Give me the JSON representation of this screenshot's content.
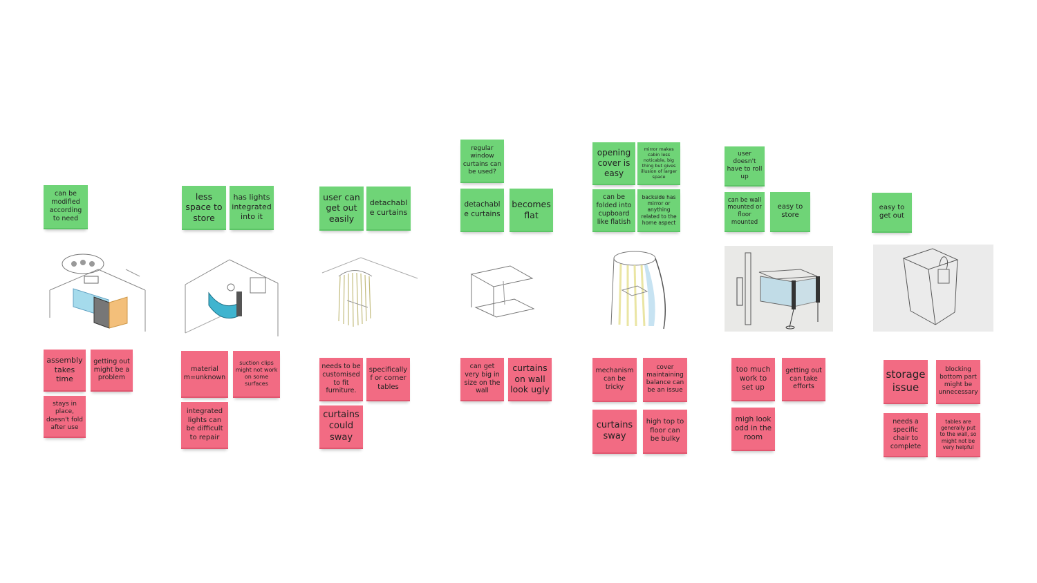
{
  "columns": [
    {
      "pros": [
        "can be modified according to need"
      ],
      "cons": [
        "assembly takes time",
        "getting out might be a problem",
        "stays in place, doesn't fold after use"
      ]
    },
    {
      "pros": [
        "less space to store",
        "has lights integrated into it"
      ],
      "cons": [
        "material m=unknown",
        "suction clips might not work on some surfaces",
        "integrated lights can be difficult to repair"
      ]
    },
    {
      "pros": [
        "user can get out easily",
        "detachable curtains"
      ],
      "cons": [
        "needs to be customised to fit furniture.",
        "specifically f or corner tables",
        "curtains could sway"
      ]
    },
    {
      "pros": [
        "regular window curtains can be used?",
        "detachable curtains",
        "becomes flat"
      ],
      "cons": [
        "can get very big in size on the wall",
        "curtains on wall look ugly"
      ]
    },
    {
      "pros": [
        "opening cover is easy",
        "mirror makes cabin less noticable, big thing but gives illusion of larger space",
        "can be folded into cupboard like flatish",
        "backside has mirror or anything related to the home aspect"
      ],
      "cons": [
        "mechanism can be tricky",
        "cover maintaining balance can be an issue",
        "curtains sway",
        "high top to floor can be bulky"
      ]
    },
    {
      "pros": [
        "user doesn't have to roll up",
        "can be wall mounted or floor mounted",
        "easy to store"
      ],
      "cons": [
        "too much work to set up",
        "getting out can take efforts",
        "migh look odd in the room"
      ]
    },
    {
      "pros": [
        "easy to get out"
      ],
      "cons": [
        "storage issue",
        "blocking bottom part might be unnecessary",
        "needs a specific chair to complete",
        "tables are generally put to the wall, so might not be very helpful"
      ]
    }
  ],
  "colors": {
    "pro": "#6fd477",
    "con": "#f26b83"
  },
  "sketches": [
    "cabin-sketch-icon",
    "curved-panel-sketch-icon",
    "curtain-corner-sketch-icon",
    "fold-flat-sketch-icon",
    "dome-curtain-sketch-icon",
    "pole-mounted-screen-photo",
    "box-enclosure-sketch-photo"
  ]
}
